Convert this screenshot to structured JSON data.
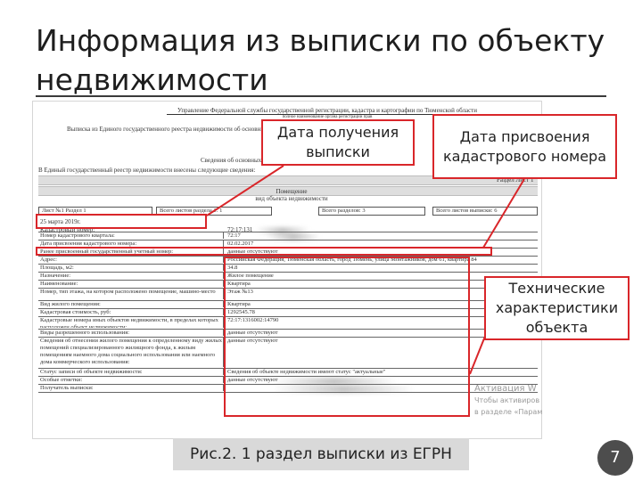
{
  "slide": {
    "title": "Информация из выписки по объекту недвижимости",
    "caption": "Рис.2. 1 раздел выписки из ЕГРН",
    "page_number": "7"
  },
  "callouts": {
    "receipt_date": "Дата получения выписки",
    "assignment_date": "Дата присвоения кадастрового номера",
    "characteristics": "Технические характеристики объекта"
  },
  "document": {
    "agency": "Управление Федеральной службы государственной регистрации, кадастра и картографии по Тюменской области",
    "agency_note": "полное наименование органа регистрации прав",
    "extract_heading": "Выписка из Единого государственного реестра недвижимости об основных характеристиках",
    "basic_info": "Сведения об основных",
    "egrn_statement": "В Единый государственный реестр недвижимости внесены следующие сведения:",
    "section_label": "Раздел Лист 1",
    "object_type": "Помещение",
    "object_kind": "вид объекта недвижимости",
    "sheet_info": [
      "Лист №1 Раздел 1",
      "Всего листов раздела 1: 1",
      "Всего разделов: 3",
      "Всего листов выписки: 6"
    ],
    "extract_date": "25 марта 2019г.",
    "cadastral_number_label": "Кадастровый номер:",
    "cadastral_number_value": "72:17:131",
    "rows": [
      {
        "label": "Номер кадастрового квартала:",
        "value": "72:17"
      },
      {
        "label": "Дата присвоения кадастрового номера:",
        "value": "02.02.2017"
      },
      {
        "label": "Ранее присвоенный государственный учетный номер:",
        "value": "данные отсутствуют"
      },
      {
        "label": "Адрес:",
        "value": "Российская Федерация, Тюменская область, город Тюмень, улица Монтажников, дом 61, квартира 84"
      },
      {
        "label": "Площадь, м2:",
        "value": "34.8"
      },
      {
        "label": "Назначение:",
        "value": "Жилое помещение"
      },
      {
        "label": "Наименование:",
        "value": "Квартира"
      },
      {
        "label": "Номер, тип этажа, на котором расположено помещение, машино-место",
        "value": "Этаж №13"
      },
      {
        "label": "Вид жилого помещения:",
        "value": "Квартира"
      },
      {
        "label": "Кадастровая стоимость, руб:",
        "value": "1292545.78"
      },
      {
        "label": "Кадастровые номера иных объектов недвижимости, в пределах которых расположен объект недвижимости:",
        "value": "72:17:1316002:14790"
      },
      {
        "label": "Виды разрешенного использования:",
        "value": "данные отсутствуют"
      },
      {
        "label": "Сведения об отнесении жилого помещения к определенному виду жилых помещений специализированного жилищного фонда, к жилым помещениям наемного дома социального использования или наемного дома коммерческого использования:",
        "value": "данные отсутствуют"
      },
      {
        "label": "Статус записи об объекте недвижимости:",
        "value": "Сведения об объекте недвижимости имеют статус \"актуальные\""
      },
      {
        "label": "Особые отметки:",
        "value": "данные отсутствуют"
      },
      {
        "label": "Получатель выписки:",
        "value": ""
      }
    ]
  },
  "watermark": {
    "line1": "Активация W",
    "line2": "Чтобы активиров",
    "line3": "в разделе «Парам"
  },
  "colors": {
    "accent": "#d9262a",
    "caption_bg": "#d9d9d9",
    "page_badge": "#4d4d4d"
  }
}
